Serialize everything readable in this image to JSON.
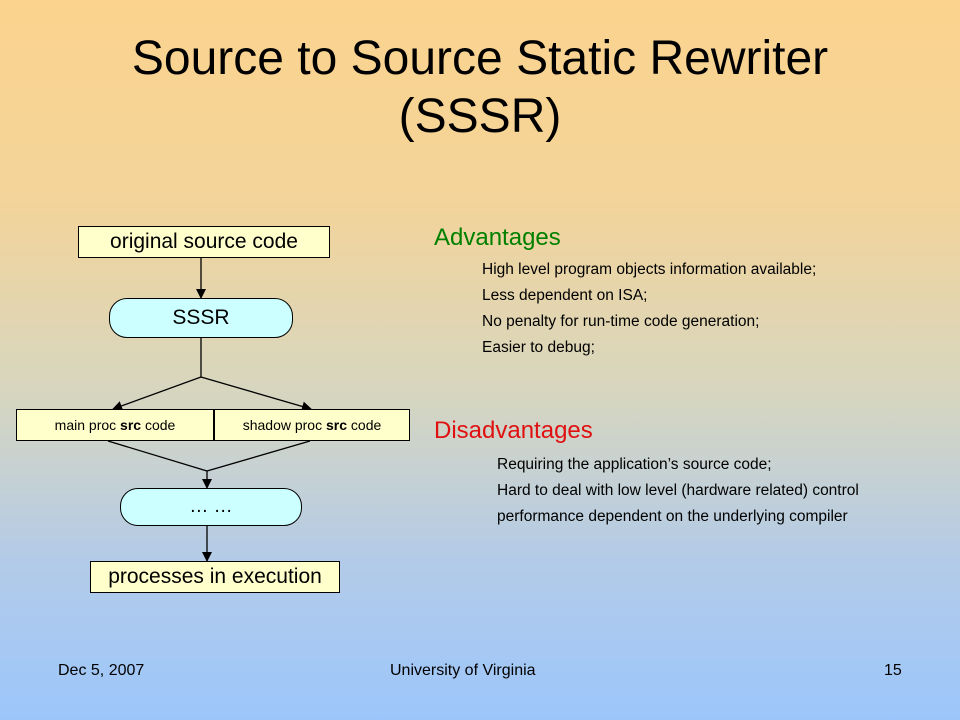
{
  "slide": {
    "title_line1": "Source to Source Static Rewriter",
    "title_line2": "(SSSR)"
  },
  "flowchart": {
    "input_box": "original source code",
    "rewriter": "SSSR",
    "main_prefix": "main proc ",
    "main_emph": "src",
    "main_suffix": " code",
    "shadow_prefix": "shadow proc ",
    "shadow_emph": "src",
    "shadow_suffix": " code",
    "middle": "… …",
    "output_box": "processes in execution"
  },
  "advantages": {
    "heading": "Advantages",
    "color": "#008000",
    "items": [
      "High level program objects information available;",
      "Less dependent on ISA;",
      "No penalty for run-time code generation;",
      "Easier to debug;"
    ]
  },
  "disadvantages": {
    "heading": "Disadvantages",
    "color": "#e01010",
    "items": [
      "Requiring the application’s source code;",
      "Hard to deal with low level (hardware related) control",
      "performance dependent on the underlying compiler"
    ]
  },
  "footer": {
    "date": "Dec 5, 2007",
    "org": "University of Virginia",
    "page": "15"
  }
}
